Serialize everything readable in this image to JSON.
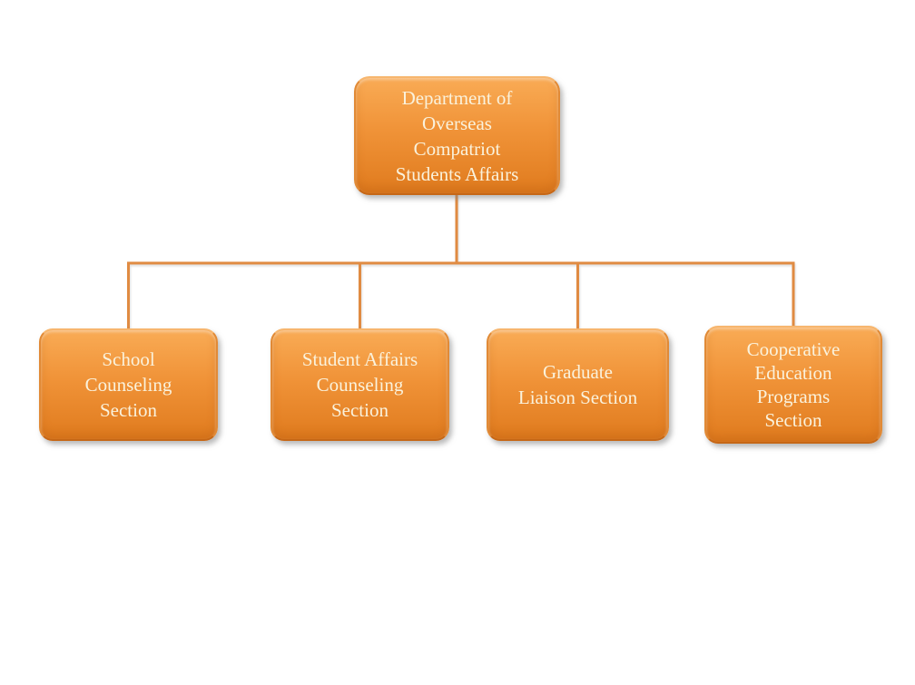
{
  "page": {
    "background_color": "#FFFFFF"
  },
  "colors": {
    "box_fill_top": "#F9AB55",
    "box_fill_mid": "#F09338",
    "box_fill_bottom": "#E07B1E",
    "box_border": "#E18A36",
    "box_text": "#FAF2DC",
    "connector": "#E08B42"
  },
  "org_chart": {
    "type": "organization-chart",
    "root": {
      "id": "department-of-overseas-compatriot-students-affairs",
      "label": "Department of\nOverseas\nCompatriot\nStudents Affairs"
    },
    "children": [
      {
        "id": "school-counseling-section",
        "label": "School\nCounseling\nSection"
      },
      {
        "id": "student-affairs-counseling-section",
        "label": "Student Affairs\nCounseling\nSection"
      },
      {
        "id": "graduate-liaison-section",
        "label": "Graduate\nLiaison Section"
      },
      {
        "id": "cooperative-education-programs-section",
        "label": "Cooperative\nEducation\nPrograms\nSection"
      }
    ]
  }
}
